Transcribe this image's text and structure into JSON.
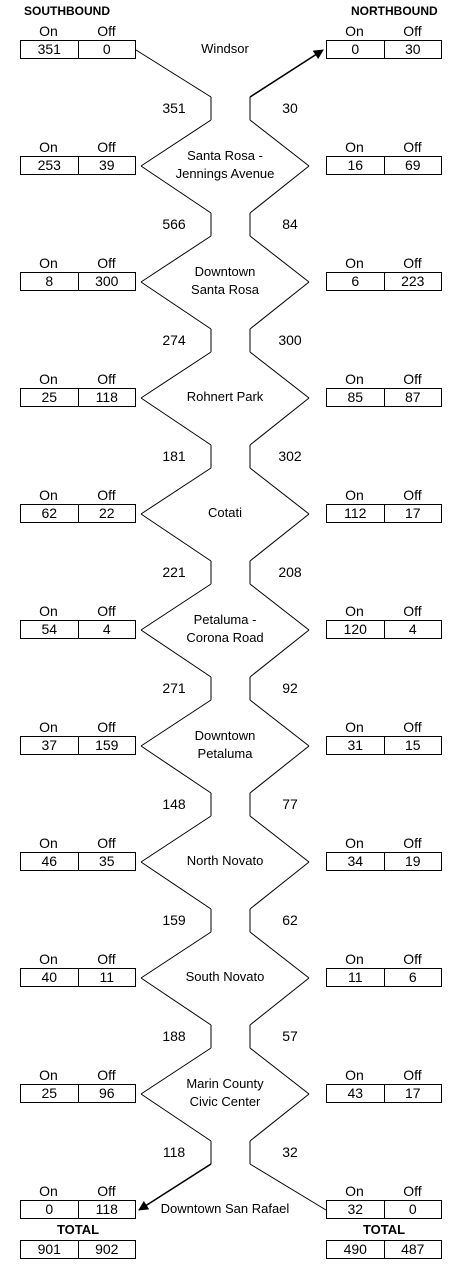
{
  "headers": {
    "southbound": "SOUTHBOUND",
    "northbound": "NORTHBOUND"
  },
  "labels": {
    "on": "On",
    "off": "Off",
    "total": "TOTAL"
  },
  "stations": [
    {
      "name": [
        "Windsor"
      ],
      "sb_on": "351",
      "sb_off": "0",
      "nb_on": "0",
      "nb_off": "30"
    },
    {
      "name": [
        "Santa Rosa -",
        "Jennings Avenue"
      ],
      "sb_on": "253",
      "sb_off": "39",
      "nb_on": "16",
      "nb_off": "69"
    },
    {
      "name": [
        "Downtown",
        "Santa Rosa"
      ],
      "sb_on": "8",
      "sb_off": "300",
      "nb_on": "6",
      "nb_off": "223"
    },
    {
      "name": [
        "Rohnert Park"
      ],
      "sb_on": "25",
      "sb_off": "118",
      "nb_on": "85",
      "nb_off": "87"
    },
    {
      "name": [
        "Cotati"
      ],
      "sb_on": "62",
      "sb_off": "22",
      "nb_on": "112",
      "nb_off": "17"
    },
    {
      "name": [
        "Petaluma -",
        "Corona Road"
      ],
      "sb_on": "54",
      "sb_off": "4",
      "nb_on": "120",
      "nb_off": "4"
    },
    {
      "name": [
        "Downtown",
        "Petaluma"
      ],
      "sb_on": "37",
      "sb_off": "159",
      "nb_on": "31",
      "nb_off": "15"
    },
    {
      "name": [
        "North Novato"
      ],
      "sb_on": "46",
      "sb_off": "35",
      "nb_on": "34",
      "nb_off": "19"
    },
    {
      "name": [
        "South Novato"
      ],
      "sb_on": "40",
      "sb_off": "11",
      "nb_on": "11",
      "nb_off": "6"
    },
    {
      "name": [
        "Marin County",
        "Civic Center"
      ],
      "sb_on": "25",
      "sb_off": "96",
      "nb_on": "43",
      "nb_off": "17"
    },
    {
      "name": [
        "Downtown San Rafael"
      ],
      "sb_on": "0",
      "sb_off": "118",
      "nb_on": "32",
      "nb_off": "0"
    }
  ],
  "segments": [
    {
      "sb_load": "351",
      "nb_load": "30"
    },
    {
      "sb_load": "566",
      "nb_load": "84"
    },
    {
      "sb_load": "274",
      "nb_load": "300"
    },
    {
      "sb_load": "181",
      "nb_load": "302"
    },
    {
      "sb_load": "221",
      "nb_load": "208"
    },
    {
      "sb_load": "271",
      "nb_load": "92"
    },
    {
      "sb_load": "148",
      "nb_load": "77"
    },
    {
      "sb_load": "159",
      "nb_load": "62"
    },
    {
      "sb_load": "188",
      "nb_load": "57"
    },
    {
      "sb_load": "118",
      "nb_load": "32"
    }
  ],
  "totals": {
    "sb_on": "901",
    "sb_off": "902",
    "nb_on": "490",
    "nb_off": "487"
  }
}
